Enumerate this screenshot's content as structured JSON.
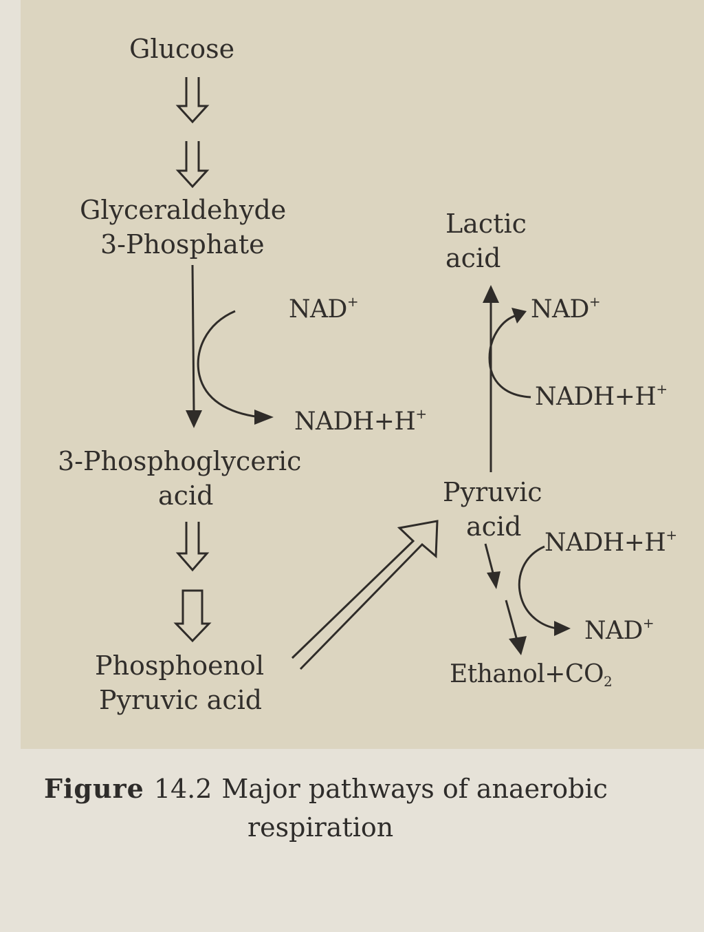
{
  "diagram": {
    "glucose": "Glucose",
    "g3p_line1": "Glyceraldehyde",
    "g3p_line2": "3-Phosphate",
    "nad_left": "NAD",
    "nad_left_sup": "+",
    "nadh_left": "NADH+H",
    "nadh_left_sup": "+",
    "pga_line1": "3-Phosphoglyceric",
    "pga_line2": "acid",
    "pep_line1": "Phosphoenol",
    "pep_line2": "Pyruvic acid",
    "lactic_line1": "Lactic",
    "lactic_line2": "acid",
    "nad_right_top": "NAD",
    "nad_right_top_sup": "+",
    "nadh_right_top": "NADH+H",
    "nadh_right_top_sup": "+",
    "pyruvic_line1": "Pyruvic",
    "pyruvic_line2": "acid",
    "nadh_right_bottom": "NADH+H",
    "nadh_right_bottom_sup": "+",
    "nad_right_bottom": "NAD",
    "nad_right_bottom_sup": "+",
    "ethanol": "Ethanol+CO",
    "ethanol_sub": "2"
  },
  "caption": {
    "figure_word": "Figure",
    "figure_number": "14.2",
    "text_line1": "Major pathways of anaerobic",
    "text_line2": "respiration"
  },
  "colors": {
    "panel": "#dcd5c0",
    "page": "#e6e2d8",
    "ink": "#2f2c29"
  }
}
